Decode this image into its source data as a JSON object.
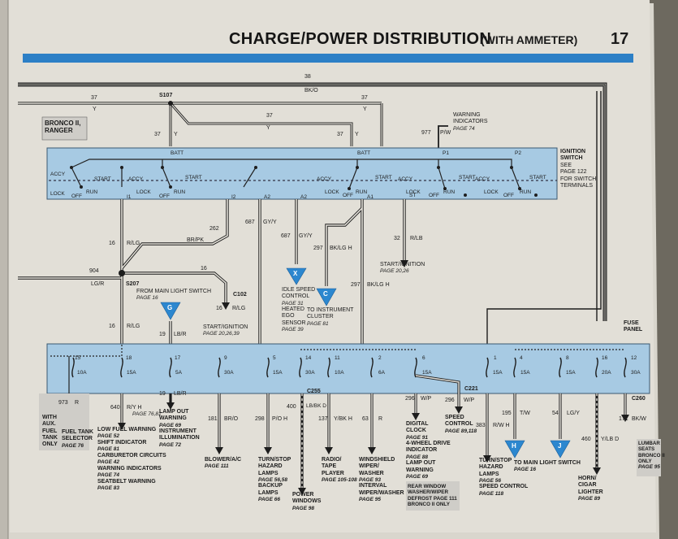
{
  "header": {
    "title": "CHARGE/POWER DISTRIBUTION",
    "subtitle": "(WITH AMMETER)",
    "page_number": "17"
  },
  "model_box": [
    "BRONCO II,",
    "RANGER"
  ],
  "top_wires": [
    {
      "num": "38",
      "color": "BK/O"
    },
    {
      "num": "37",
      "color": "Y"
    },
    {
      "num": "37",
      "color": "Y"
    },
    {
      "num": "37",
      "color": "Y"
    },
    {
      "num": "37",
      "color": "Y"
    },
    {
      "num": "37",
      "color": "Y"
    }
  ],
  "splices": [
    "S107",
    "S207"
  ],
  "warning_indicators": {
    "wire": "977",
    "color": "P/W",
    "lines": [
      "WARNING",
      "INDICATORS"
    ],
    "page": "PAGE 74"
  },
  "ignition_switch": {
    "title": [
      "IGNITION",
      "SWITCH"
    ],
    "see": [
      "SEE",
      "PAGE 122",
      "FOR SWITCH",
      "TERMINALS"
    ],
    "batt": "BATT",
    "positions": [
      "ACCY",
      "START",
      "LOCK",
      "OFF",
      "RUN"
    ],
    "terminals": [
      "I1",
      "I2",
      "A2",
      "A2",
      "A1",
      "ST",
      "P1",
      "P2"
    ]
  },
  "mid_wires": [
    {
      "num": "16",
      "color": "R/LG"
    },
    {
      "num": "262",
      "color": "BR/PK"
    },
    {
      "num": "687",
      "color": "GY/Y"
    },
    {
      "num": "687",
      "color": "GY/Y"
    },
    {
      "num": "297",
      "color": "BK/LG H"
    },
    {
      "num": "297",
      "color": "BK/LG H"
    },
    {
      "num": "32",
      "color": "R/LB"
    },
    {
      "num": "904",
      "color": "LG/R"
    },
    {
      "num": "16",
      "color": "R/LG"
    },
    {
      "num": "16",
      "color": "R/LG"
    },
    {
      "num": "16",
      "color": "R/LG"
    },
    {
      "num": "19",
      "color": "LB/R"
    }
  ],
  "callouts": {
    "start_ignition_1": {
      "lines": [
        "START/IGNITION"
      ],
      "page": "PAGE 20,26"
    },
    "idle": {
      "letter": "X",
      "lines": [
        "IDLE SPEED",
        "CONTROL",
        "PAGE 31",
        "HEATED",
        "EGO",
        "SENSOR",
        "PAGE 39"
      ]
    },
    "cluster": {
      "letter": "C",
      "lines": [
        "TO INSTRUMENT",
        "CLUSTER"
      ],
      "page": "PAGE 81"
    },
    "main_light": {
      "letter": "G",
      "lines": [
        "FROM MAIN LIGHT SWITCH"
      ],
      "page": "PAGE 16",
      "connector": "C102"
    },
    "start_ignition_2": {
      "lines": [
        "START/IGNITION"
      ],
      "page": "PAGE 20,26,39"
    }
  },
  "fuse_panel": {
    "title": [
      "FUSE",
      "PANEL"
    ],
    "fuses": [
      {
        "num": "15",
        "amp": "10A"
      },
      {
        "num": "18",
        "amp": "15A"
      },
      {
        "num": "17",
        "amp": "5A"
      },
      {
        "num": "9",
        "amp": "30A"
      },
      {
        "num": "5",
        "amp": "15A"
      },
      {
        "num": "14",
        "amp": "30A"
      },
      {
        "num": "11",
        "amp": "10A"
      },
      {
        "num": "2",
        "amp": "6A"
      },
      {
        "num": "6",
        "amp": "15A"
      },
      {
        "num": "1",
        "amp": "15A"
      },
      {
        "num": "4",
        "amp": "15A"
      },
      {
        "num": "8",
        "amp": "15A"
      },
      {
        "num": "16",
        "amp": "20A"
      },
      {
        "num": "12",
        "amp": "30A"
      }
    ]
  },
  "outputs": {
    "fuel_selector": {
      "wire": "973",
      "color": "R",
      "lines": [
        "WITH",
        "AUX.",
        "FUEL",
        "TANK",
        "ONLY"
      ],
      "lines2": [
        "FUEL TANK",
        "SELECTOR",
        "PAGE 76"
      ]
    },
    "low_fuel": {
      "wire": "640",
      "color": "R/Y H",
      "lines": [
        "LOW FUEL WARNING",
        "PAGE 52",
        "SHIFT INDICATOR",
        "PAGE 81",
        "CARBURETOR CIRCUITS",
        "PAGE 42",
        "WARNING INDICATORS",
        "PAGE 74",
        "SEATBELT WARNING",
        "PAGE 83"
      ],
      "page0": "PAGE 76,81"
    },
    "lamp_out": {
      "wire": "19",
      "color": "LB/R",
      "lines": [
        "LAMP OUT",
        "WARNING",
        "PAGE 69",
        "INSTRUMENT",
        "ILLUMINATION",
        "PAGE 72"
      ]
    },
    "blower": {
      "wire": "181",
      "color": "BR/O",
      "lines": [
        "BLOWER/A/C",
        "PAGE 111"
      ]
    },
    "turn_backup": {
      "wire": "298",
      "color": "P/O H",
      "lines": [
        "TURN/STOP",
        "HAZARD",
        "LAMPS",
        "PAGE 56,58",
        "BACKUP",
        "LAMPS",
        "PAGE 66"
      ]
    },
    "power_windows": {
      "wire": "400",
      "color": "LB/BK D",
      "connector": "C255",
      "lines": [
        "POWER",
        "WINDOWS",
        "PAGE 98"
      ]
    },
    "radio": {
      "wire": "137",
      "color": "Y/BK H",
      "lines": [
        "RADIO/",
        "TAPE",
        "PLAYER",
        "PAGE 105-108"
      ]
    },
    "wiper": {
      "wire": "63",
      "color": "R",
      "lines": [
        "WINDSHIELD",
        "WIPER/",
        "WASHER",
        "PAGE 93",
        "INTERVAL",
        "WIPER/WASHER",
        "PAGE 95"
      ]
    },
    "digital_clock": {
      "wire": "296",
      "color": "W/P",
      "lines": [
        "DIGITAL",
        "CLOCK",
        "PAGE 91",
        "4-WHEEL DRIVE",
        "INDICATOR",
        "PAGE 88",
        "LAMP OUT",
        "WARNING",
        "PAGE 69"
      ]
    },
    "rear_window": {
      "lines": [
        "REAR WINDOW",
        "WASHER/WIPER",
        "DEFROST PAGE 111",
        "BRONCO II ONLY"
      ]
    },
    "speed_control": {
      "wire": "296",
      "color": "W/P",
      "connector": "C221",
      "lines": [
        "SPEED",
        "CONTROL",
        "PAGE 89,118"
      ]
    },
    "turn_hazard": {
      "wire": "383",
      "color": "R/W H",
      "lines": [
        "TURN/STOP",
        "HAZARD",
        "LAMPS",
        "PAGE 56",
        "SPEED CONTROL",
        "PAGE 118"
      ]
    },
    "main_light_switch": {
      "wire": "195",
      "color": "T/W",
      "letter": "H",
      "lines": [
        "TO MAIN LIGHT SWITCH"
      ],
      "page": "PAGE 16"
    },
    "horn": {
      "wire": "54",
      "color": "LG/Y",
      "letter": "J",
      "lines": [
        "HORN/",
        "CIGAR",
        "LIGHTER",
        "PAGE 89"
      ]
    },
    "horn_wire2": {
      "wire": "460",
      "color": "Y/LB D"
    },
    "lumbar": {
      "wire": "171",
      "color": "BK/W",
      "connector": "C260",
      "lines": [
        "LUMBAR",
        "SEATS",
        "BRONCO II",
        "ONLY",
        "PAGE 95"
      ]
    }
  },
  "colors": {
    "page": "#dedbd3",
    "accent_blue": "#2a80c8",
    "panel_blue": "#a6cae4",
    "callout_blue": "#2c87cf",
    "wire": "#222222"
  }
}
